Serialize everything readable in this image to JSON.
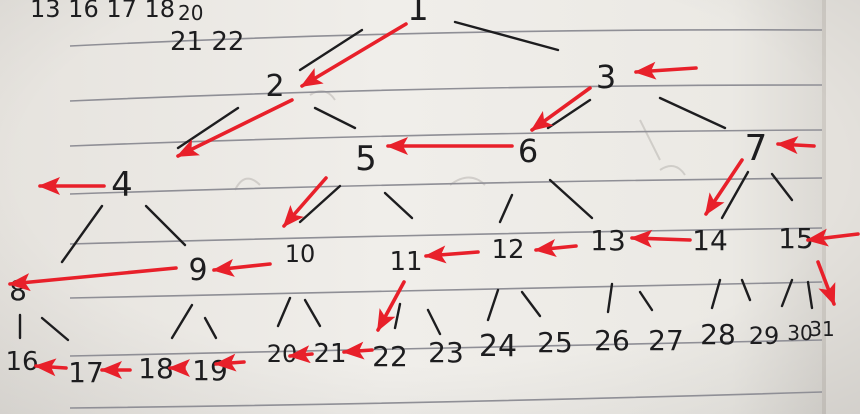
{
  "photo": {
    "subject": "photo of a handwritten binary tree of numbered nodes on lined notebook paper, overlaid with red arrows showing traversal order",
    "colors": {
      "paper": "#eeece8",
      "paper_shadow": "#cfcbc5",
      "rule_lines": "#8f8f96",
      "ink": "#1d1d1f",
      "arrows": "#e8202a"
    }
  },
  "top_edge_text": {
    "a": "13 16 17 18",
    "b": "20",
    "c": "21 22"
  },
  "tree": {
    "nodes": [
      {
        "id": "1",
        "label": "1"
      },
      {
        "id": "2",
        "label": "2"
      },
      {
        "id": "3",
        "label": "3"
      },
      {
        "id": "4",
        "label": "4"
      },
      {
        "id": "5",
        "label": "5"
      },
      {
        "id": "6",
        "label": "6"
      },
      {
        "id": "7",
        "label": "7"
      },
      {
        "id": "8",
        "label": "8"
      },
      {
        "id": "9",
        "label": "9"
      },
      {
        "id": "10",
        "label": "10"
      },
      {
        "id": "11",
        "label": "11"
      },
      {
        "id": "12",
        "label": "12"
      },
      {
        "id": "13",
        "label": "13"
      },
      {
        "id": "14",
        "label": "14"
      },
      {
        "id": "15",
        "label": "15"
      },
      {
        "id": "16",
        "label": "16"
      },
      {
        "id": "17",
        "label": "17"
      },
      {
        "id": "18",
        "label": "18"
      },
      {
        "id": "19",
        "label": "19"
      },
      {
        "id": "20",
        "label": "20"
      },
      {
        "id": "21",
        "label": "21"
      },
      {
        "id": "22",
        "label": "22"
      },
      {
        "id": "23",
        "label": "23"
      },
      {
        "id": "24",
        "label": "24"
      },
      {
        "id": "25",
        "label": "25"
      },
      {
        "id": "26",
        "label": "26"
      },
      {
        "id": "27",
        "label": "27"
      },
      {
        "id": "28",
        "label": "28"
      },
      {
        "id": "29",
        "label": "29"
      },
      {
        "id": "30",
        "label": "30"
      },
      {
        "id": "31",
        "label": "31"
      }
    ]
  }
}
